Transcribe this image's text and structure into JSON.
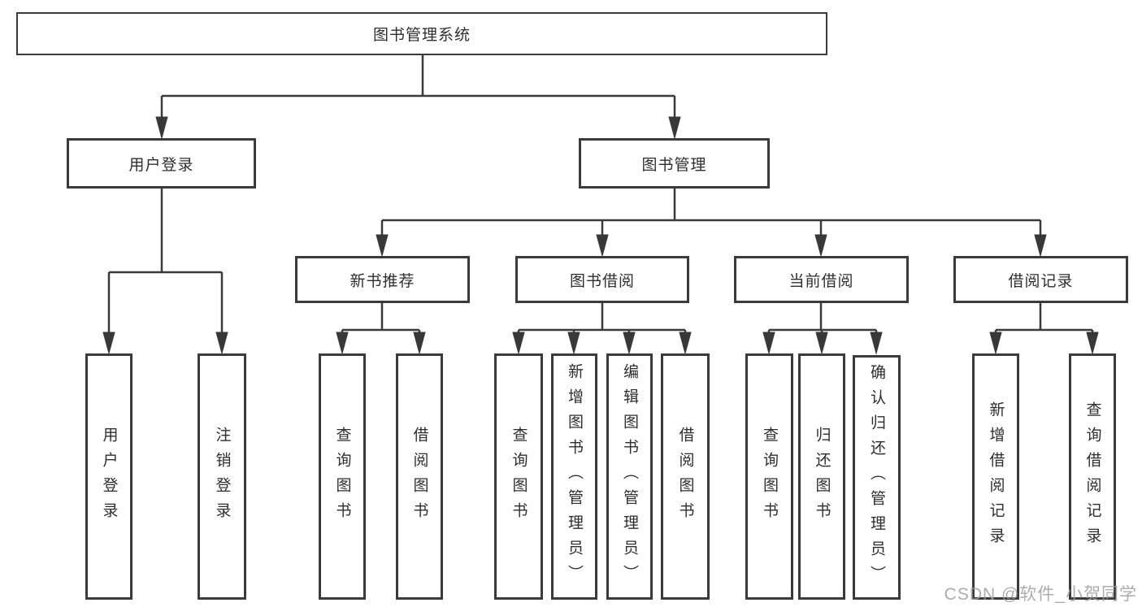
{
  "tree": {
    "root": {
      "label": "图书管理系统"
    },
    "branches": [
      {
        "label": "用户登录",
        "children": [
          {
            "label": "用户登录"
          },
          {
            "label": "注销登录"
          }
        ]
      },
      {
        "label": "图书管理",
        "children": [
          {
            "label": "新书推荐",
            "children": [
              {
                "label": "查询图书"
              },
              {
                "label": "借阅图书"
              }
            ]
          },
          {
            "label": "图书借阅",
            "children": [
              {
                "label": "查询图书"
              },
              {
                "label": "新增图书（管理员）"
              },
              {
                "label": "编辑图书（管理员）"
              },
              {
                "label": "借阅图书"
              }
            ]
          },
          {
            "label": "当前借阅",
            "children": [
              {
                "label": "查询图书"
              },
              {
                "label": "归还图书"
              },
              {
                "label": "确认归还（管理员）"
              }
            ]
          },
          {
            "label": "借阅记录",
            "children": [
              {
                "label": "新增借阅记录"
              },
              {
                "label": "查询借阅记录"
              }
            ]
          }
        ]
      }
    ]
  },
  "watermark": {
    "text": "CSDN @软件_小贺同学"
  },
  "style": {
    "line_color": "#3a3a3a",
    "border_color": "#3b3b3b",
    "text_color": "#2e2e2e",
    "watermark_color": "#9e9e9e",
    "background": "#ffffff"
  }
}
